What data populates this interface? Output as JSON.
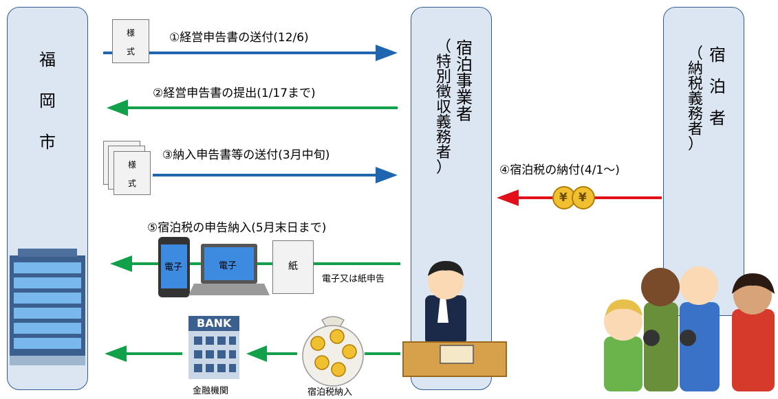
{
  "city": {
    "chars": [
      "福",
      "岡",
      "市"
    ]
  },
  "operator": {
    "chars": [
      "宿",
      "泊",
      "事",
      "業",
      "者"
    ],
    "paren_chars": [
      "（",
      "特",
      "別",
      "徴",
      "収",
      "義",
      "務",
      "者",
      "）"
    ]
  },
  "guest": {
    "chars": [
      "宿",
      "泊",
      "者"
    ],
    "paren_chars": [
      "（",
      "納",
      "税",
      "義",
      "務",
      "者",
      "）"
    ]
  },
  "steps": {
    "s1": "①経営申告書の送付(12/6)",
    "s2": "②経営申告書の提出(1/17まで)",
    "s3": "③納入申告書等の送付(3月中旬)",
    "s4": "④宿泊税の納付(4/1～)",
    "s5": "⑤宿泊税の申告納入(5月末日まで)"
  },
  "doc_form": {
    "line1": "様",
    "line2": "式"
  },
  "paper_label": "紙",
  "electronic_label": "電子",
  "electronic_or_paper": "電子又は紙申告",
  "bank": {
    "sign": "BANK",
    "label": "金融機関"
  },
  "money_bag_label": "宿泊税納入",
  "yen": "¥",
  "colors": {
    "blue_arrow": "#1f65b0",
    "green_arrow": "#12a14a",
    "red_arrow": "#e2101b",
    "column_fill": "#dce6f2",
    "column_border": "#2e5c92"
  }
}
